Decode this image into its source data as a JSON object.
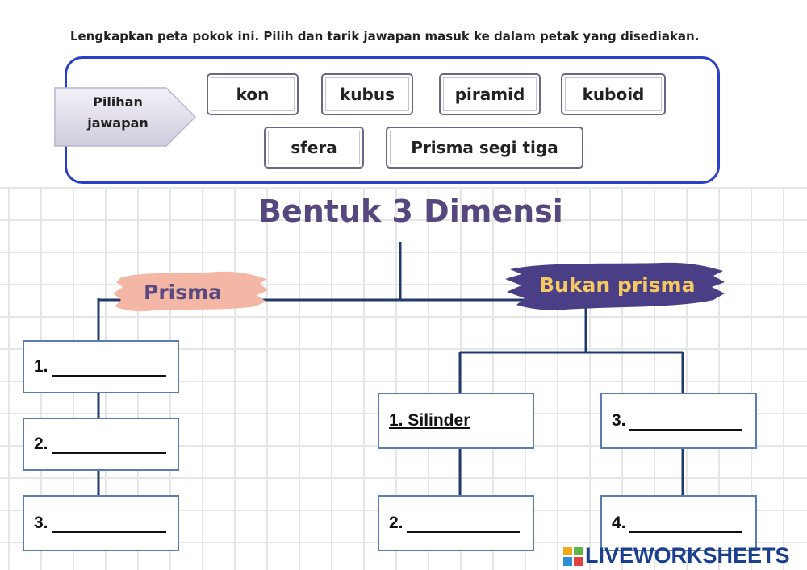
{
  "instruction": "Lengkapkan peta pokok ini. Pilih dan tarik jawapan masuk ke dalam petak yang disediakan.",
  "options_label_line1": "Pilihan",
  "options_label_line2": "jawapan",
  "options": [
    "kon",
    "kubus",
    "piramid",
    "kuboid",
    "sfera",
    "Prisma segi tiga"
  ],
  "map": {
    "title": "Bentuk 3 Dimensi",
    "left_branch": {
      "label": "Prisma",
      "boxes": [
        "1.",
        "2.",
        "3."
      ]
    },
    "right_branch": {
      "label": "Bukan prisma",
      "boxes": [
        "1. Silinder",
        "2.",
        "3.",
        "4."
      ]
    }
  },
  "brand": "LIVEWORKSHEETS",
  "colors": {
    "panel_border": "#2a3fc9",
    "title": "#56477e",
    "prisma_brush": "#f4b7a6",
    "bukan_brush": "#4a3f86",
    "box_border": "#5b7bb3",
    "brand": "#1a3f8f"
  }
}
